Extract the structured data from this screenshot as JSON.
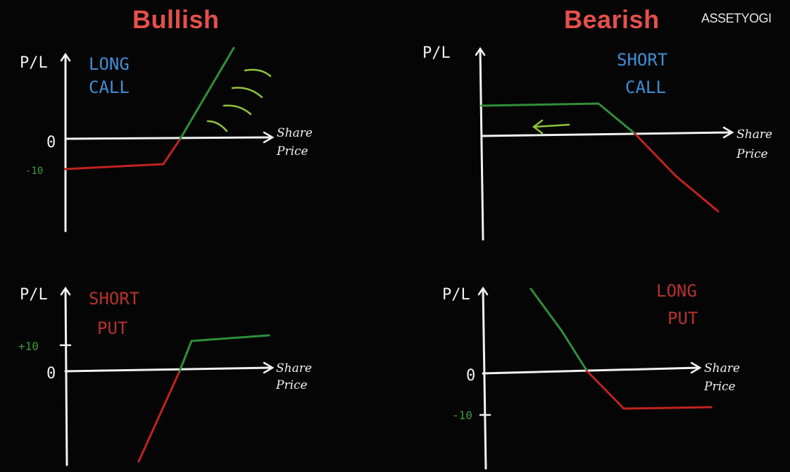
{
  "headings": {
    "bullish": "Bullish",
    "bearish": "Bearish"
  },
  "brand": {
    "logo_text": "ASSETYOGI"
  },
  "axis_labels": {
    "y": "P/L",
    "x_line1": "Share",
    "x_line2": "Price",
    "zero": "0"
  },
  "panels": [
    {
      "id": "long-call",
      "title_line1": "LONG",
      "title_line2": "CALL",
      "title_color": "#3f8fd8",
      "level_label": "-10"
    },
    {
      "id": "short-call",
      "title_line1": "SHORT",
      "title_line2": "CALL",
      "title_color": "#3f8fd8",
      "level_label": ""
    },
    {
      "id": "short-put",
      "title_line1": "SHORT",
      "title_line2": "PUT",
      "title_color": "#b8322e",
      "level_label": "+10"
    },
    {
      "id": "long-put",
      "title_line1": "LONG",
      "title_line2": "PUT",
      "title_color": "#b8322e",
      "level_label": "-10"
    }
  ],
  "colors": {
    "background": "#050505",
    "heading": "#e5504b",
    "axis": "#f2f2f2",
    "profit": "#2f8f3a",
    "loss": "#c1231f",
    "level_label": "#3d9a3d",
    "annotation": "#8fc43a",
    "logo": "#e6e6e6"
  }
}
